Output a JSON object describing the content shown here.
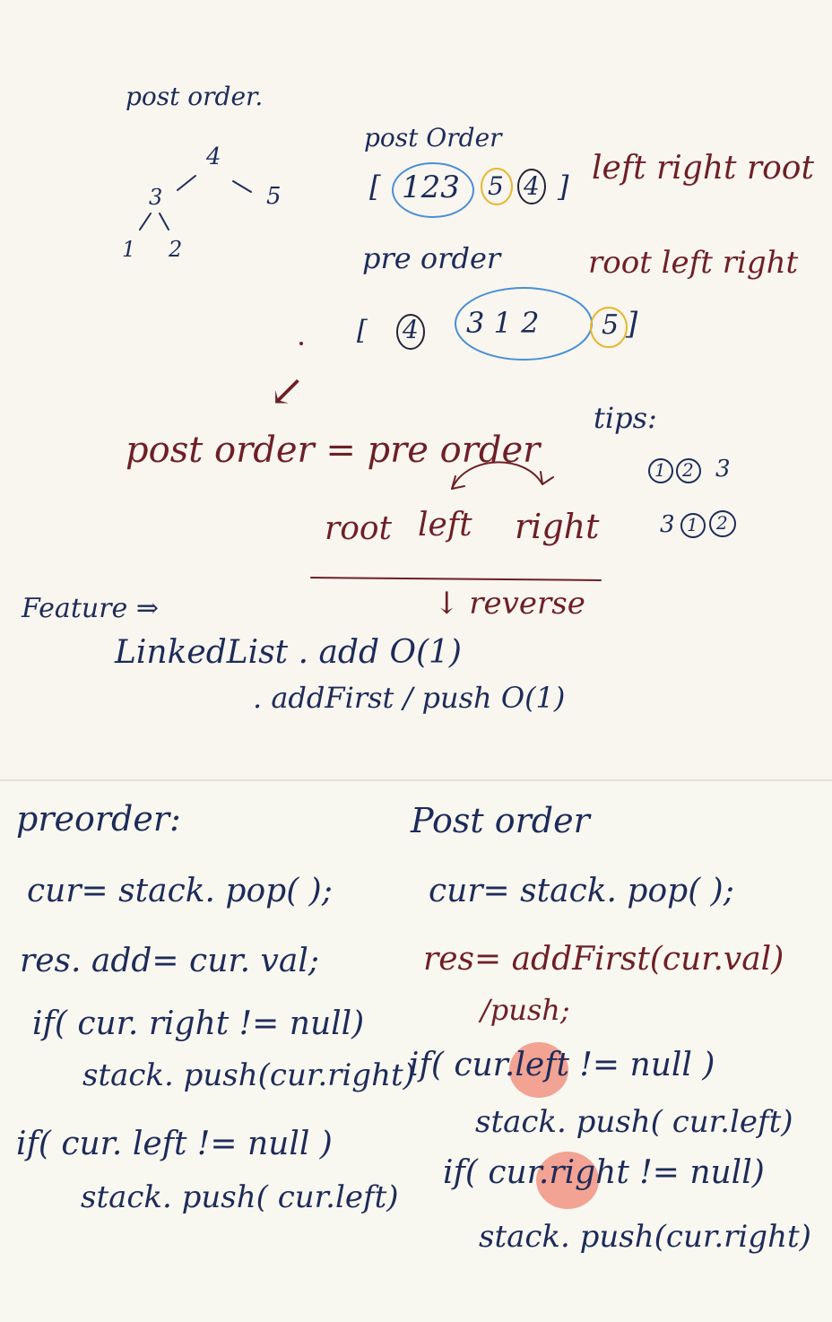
{
  "colors": {
    "ink_navy": "#1d2b5a",
    "ink_maroon": "#6e1f26",
    "ink_dark": "#23233a",
    "circle_blue": "#4a8fd6",
    "circle_yellow": "#e8b62c",
    "highlight_salmon": "#ef8a78",
    "paper": "#f8f6ef"
  },
  "top_note": {
    "title": "post order.",
    "tree": {
      "root": "4",
      "left": "3",
      "right": "5",
      "left_left": "1",
      "left_right": "2"
    },
    "post_order": {
      "label": "post Order",
      "open_bracket": "[",
      "left_group": "123",
      "right_item": "5",
      "root_item": "4",
      "close_bracket": "]",
      "meaning": "left  right  root"
    },
    "pre_order": {
      "label": "pre   order",
      "meaning": "root  left  right",
      "open_bracket": "[",
      "root_item": "4",
      "left_group": "3  1  2",
      "right_item": "5",
      "close_bracket": "]"
    },
    "equation": {
      "arrow": "↙",
      "text": "post   order = pre  order",
      "swap_row": {
        "root": "root",
        "left": "left",
        "right": "right"
      },
      "reverse_label": "↓ reverse"
    },
    "tips": {
      "label": "tips:",
      "row1": [
        "1",
        "2",
        "3"
      ],
      "row2": [
        "3",
        "1",
        "2"
      ]
    },
    "feature": {
      "label": "Feature ⇒",
      "line1": "LinkedList . add  O(1)",
      "line2": ". addFirst / push   O(1)"
    }
  },
  "bottom_note": {
    "preorder": {
      "title": "preorder:",
      "lines": [
        "cur= stack. pop( );",
        "res. add= cur. val;",
        "if( cur. right != null)",
        "stack. push(cur.right)",
        "if( cur. left != null )",
        "stack. push( cur.left)"
      ]
    },
    "postorder": {
      "title": "Post order",
      "line1": "cur= stack. pop( );",
      "line2": "res= addFirst(cur.val)",
      "line3": "/push;",
      "line4_pre": "if( cur.",
      "line4_hl": "left",
      "line4_post": " != null )",
      "line5": "stack. push( cur.left)",
      "line6_pre": "if( cur.",
      "line6_hl": "right",
      "line6_post": " != null)",
      "line7": "stack. push(cur.right)"
    }
  }
}
